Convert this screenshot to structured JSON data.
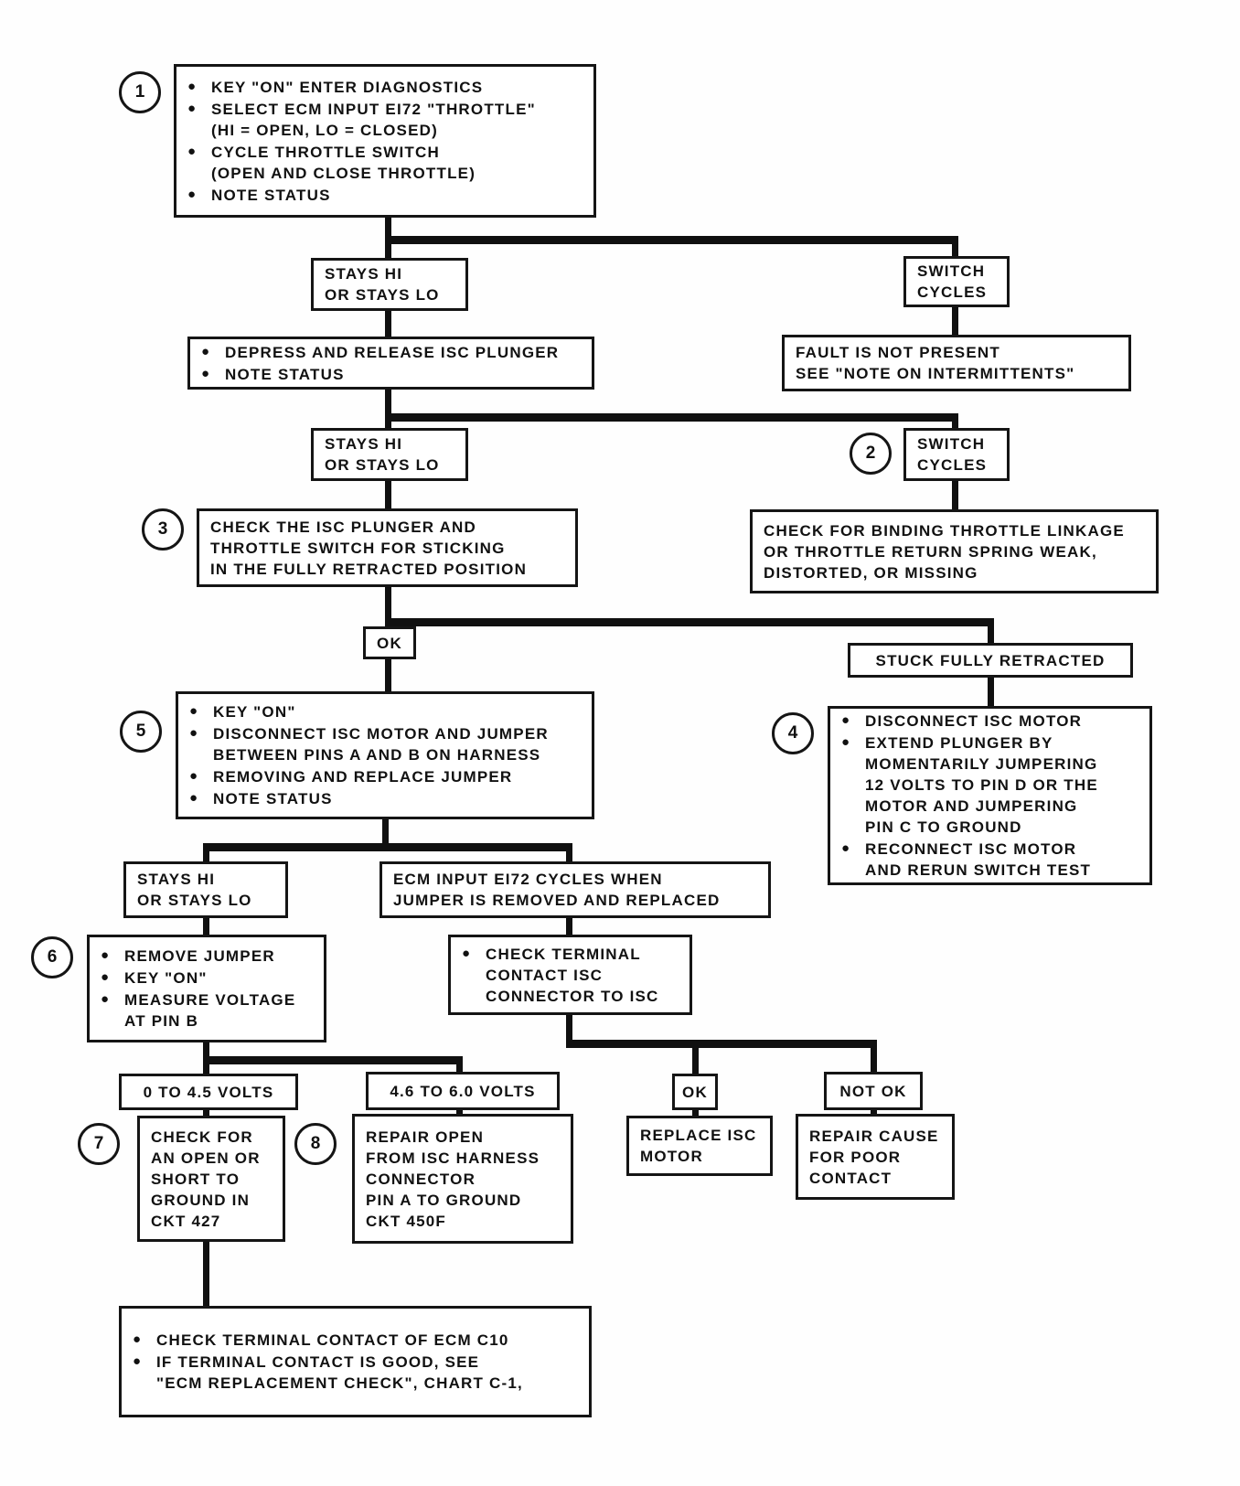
{
  "diagram": {
    "kind": "troubleshooting-flowchart",
    "steps": {
      "step1": {
        "num": "1",
        "bullets": [
          "KEY \"ON\" ENTER DIAGNOSTICS",
          "SELECT ECM INPUT EI72 \"THROTTLE\"\n(HI = OPEN, LO = CLOSED)",
          "CYCLE THROTTLE SWITCH\n(OPEN AND CLOSE THROTTLE)",
          "NOTE STATUS"
        ]
      },
      "stays_hi_lo_1": {
        "text": "STAYS HI\nOR STAYS LO"
      },
      "switch_cycles_1": {
        "text": "SWITCH\nCYCLES"
      },
      "depress_plunger": {
        "bullets": [
          "DEPRESS AND RELEASE ISC PLUNGER",
          "NOTE STATUS"
        ]
      },
      "fault_not_present": {
        "text": "FAULT IS NOT PRESENT\nSEE \"NOTE ON INTERMITTENTS\""
      },
      "stays_hi_lo_2": {
        "text": "STAYS HI\nOR STAYS LO"
      },
      "switch_cycles_2": {
        "num": "2",
        "text": "SWITCH\nCYCLES"
      },
      "check_plunger_sticking": {
        "num": "3",
        "text": "CHECK THE ISC PLUNGER AND\nTHROTTLE SWITCH FOR STICKING\nIN THE FULLY RETRACTED POSITION"
      },
      "check_binding": {
        "text": "CHECK FOR BINDING THROTTLE LINKAGE\nOR THROTTLE RETURN SPRING WEAK,\nDISTORTED, OR MISSING"
      },
      "ok_retracted": {
        "text": "OK"
      },
      "stuck_fully_retracted": {
        "text": "STUCK FULLY RETRACTED"
      },
      "step5": {
        "num": "5",
        "bullets": [
          "KEY \"ON\"",
          "DISCONNECT ISC MOTOR AND JUMPER\nBETWEEN PINS A AND B ON HARNESS",
          "REMOVING AND REPLACE JUMPER",
          "NOTE STATUS"
        ]
      },
      "step4": {
        "num": "4",
        "bullets": [
          "DISCONNECT ISC MOTOR",
          "EXTEND PLUNGER BY\nMOMENTARILY JUMPERING\n12 VOLTS TO PIN D OR THE\nMOTOR AND JUMPERING\nPIN C TO GROUND",
          "RECONNECT ISC MOTOR\nAND RERUN SWITCH TEST"
        ]
      },
      "stays_hi_lo_3": {
        "text": "STAYS HI\nOR STAYS LO"
      },
      "ecm_cycles": {
        "text": "ECM INPUT EI72 CYCLES WHEN\nJUMPER IS REMOVED AND REPLACED"
      },
      "step6": {
        "num": "6",
        "bullets": [
          "REMOVE JUMPER",
          "KEY \"ON\"",
          "MEASURE VOLTAGE\nAT PIN B"
        ]
      },
      "check_terminal_isc": {
        "bullets": [
          "CHECK TERMINAL\nCONTACT ISC\nCONNECTOR TO ISC"
        ]
      },
      "volts_0_45": {
        "text": "0 TO 4.5 VOLTS"
      },
      "volts_46_60": {
        "text": "4.6 TO 6.0 VOLTS"
      },
      "ok_contact": {
        "text": "OK"
      },
      "not_ok_contact": {
        "text": "NOT OK"
      },
      "step7": {
        "num": "7",
        "text": "CHECK FOR\nAN OPEN OR\nSHORT TO\nGROUND IN\nCKT 427"
      },
      "step8": {
        "num": "8",
        "text": "REPAIR OPEN\nFROM ISC HARNESS\nCONNECTOR\nPIN A TO GROUND\nCKT 450F"
      },
      "replace_isc_motor": {
        "text": "REPLACE ISC\nMOTOR"
      },
      "repair_poor_contact": {
        "text": "REPAIR CAUSE\nFOR POOR\nCONTACT"
      },
      "ecm_terminal_check": {
        "bullets": [
          "CHECK TERMINAL CONTACT OF ECM C10",
          "IF TERMINAL CONTACT IS GOOD, SEE\n\"ECM REPLACEMENT CHECK\", CHART C-1,"
        ]
      }
    }
  }
}
